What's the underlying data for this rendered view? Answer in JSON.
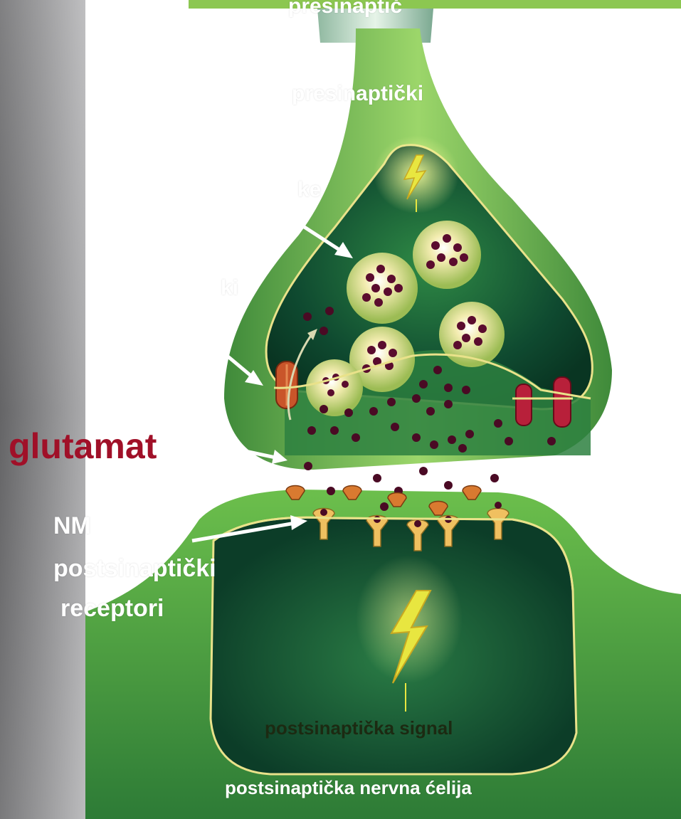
{
  "labels": {
    "presynaptic_top": "presinaptič",
    "presynaptic_neuron": "presinaptički",
    "vesicles": "ke",
    "transporter": "ki",
    "glutamate": "glutamat",
    "nmda_line1": "NM",
    "nmda_line2": "postsinaptički",
    "nmda_line3": "receptori",
    "postsynaptic_signal": "postsinaptička signal",
    "postsynaptic_cell": "postsinaptička  nervna ćelija"
  },
  "colors": {
    "membrane": "#7bc44a",
    "membrane_dark": "#1f5a30",
    "interior": "#155134",
    "glutamate": "#a01028",
    "neurotransmitter": "#4a0a24",
    "lightning": "#e8e640",
    "receptor": "#f0c060",
    "header_bar": "#8cc751"
  },
  "icons": [
    "lightning-icon",
    "vesicle-icon",
    "receptor-icon",
    "arrow-icon"
  ]
}
